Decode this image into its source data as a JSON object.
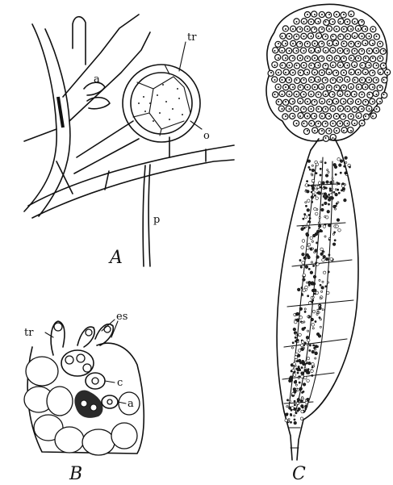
{
  "panels": {
    "a": {
      "label": "A",
      "annotations": {
        "tr": "tr",
        "a": "a",
        "o": "o",
        "p": "p"
      }
    },
    "b": {
      "label": "B",
      "annotations": {
        "tr": "tr",
        "es": "es",
        "c": "c",
        "a": "a"
      }
    },
    "c": {
      "label": "C"
    }
  }
}
